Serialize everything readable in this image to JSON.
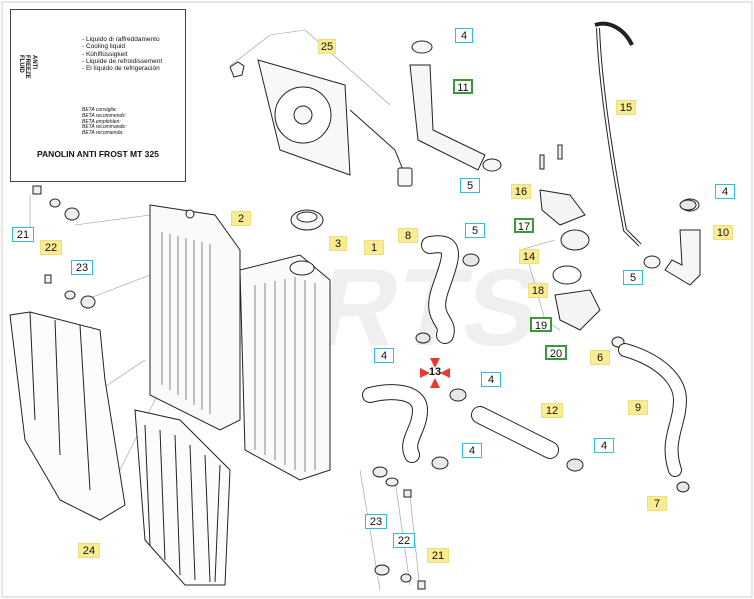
{
  "info_box": {
    "can_label": [
      "ANTI",
      "FREEZE",
      "FLUID"
    ],
    "languages": [
      "- Liquido di raffreddamento",
      "- Cooling liquid",
      "- Kühlflüssigkeit",
      "- Liquide de refroidissement",
      "- El líquido de refrigeración"
    ],
    "recommendations": [
      "BETA consiglia:",
      "BETA recommends:",
      "BETA empfehlen:",
      "BETA recommande:",
      "BETA recomienda:"
    ],
    "product": "PANOLIN ANTI FROST MT 325"
  },
  "callouts": [
    {
      "id": "25",
      "style": "yellow"
    },
    {
      "id": "4",
      "style": "cyan"
    },
    {
      "id": "11",
      "style": "green"
    },
    {
      "id": "15",
      "style": "yellow"
    },
    {
      "id": "5",
      "style": "cyan"
    },
    {
      "id": "16",
      "style": "yellow"
    },
    {
      "id": "4",
      "style": "cyan"
    },
    {
      "id": "17",
      "style": "green"
    },
    {
      "id": "10",
      "style": "yellow"
    },
    {
      "id": "14",
      "style": "yellow"
    },
    {
      "id": "5",
      "style": "cyan"
    },
    {
      "id": "18",
      "style": "yellow"
    },
    {
      "id": "19",
      "style": "green"
    },
    {
      "id": "20",
      "style": "green"
    },
    {
      "id": "6",
      "style": "yellow"
    },
    {
      "id": "2",
      "style": "yellow"
    },
    {
      "id": "3",
      "style": "yellow"
    },
    {
      "id": "1",
      "style": "yellow"
    },
    {
      "id": "8",
      "style": "yellow"
    },
    {
      "id": "5",
      "style": "cyan"
    },
    {
      "id": "21",
      "style": "cyan"
    },
    {
      "id": "22",
      "style": "yellow"
    },
    {
      "id": "23",
      "style": "cyan"
    },
    {
      "id": "4",
      "style": "cyan"
    },
    {
      "id": "13",
      "style": "red"
    },
    {
      "id": "4",
      "style": "cyan"
    },
    {
      "id": "12",
      "style": "yellow"
    },
    {
      "id": "9",
      "style": "yellow"
    },
    {
      "id": "4",
      "style": "cyan"
    },
    {
      "id": "4",
      "style": "cyan"
    },
    {
      "id": "7",
      "style": "yellow"
    },
    {
      "id": "24",
      "style": "yellow"
    },
    {
      "id": "23",
      "style": "cyan"
    },
    {
      "id": "22",
      "style": "cyan"
    },
    {
      "id": "21",
      "style": "yellow"
    }
  ]
}
